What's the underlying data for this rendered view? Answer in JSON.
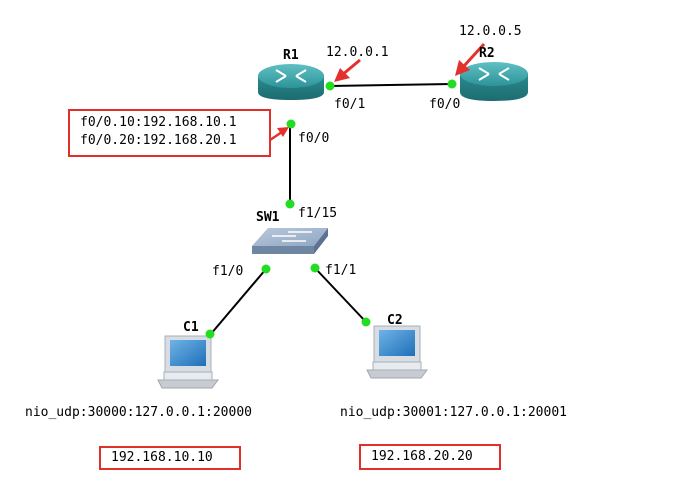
{
  "devices": {
    "r1": {
      "name": "R1"
    },
    "r2": {
      "name": "R2"
    },
    "sw1": {
      "name": "SW1"
    },
    "c1": {
      "name": "C1",
      "nio": "nio_udp:30000:127.0.0.1:20000",
      "ip": "192.168.10.10"
    },
    "c2": {
      "name": "C2",
      "nio": "nio_udp:30001:127.0.0.1:20001",
      "ip": "192.168.20.20"
    }
  },
  "interfaces": {
    "r1_f01": "f0/1",
    "r1_f00": "f0/0",
    "r2_f00": "f0/0",
    "sw1_f115": "f1/15",
    "sw1_f10": "f1/0",
    "sw1_f11": "f1/1"
  },
  "addresses": {
    "r1_ip": "12.0.0.1",
    "r2_ip": "12.0.0.5",
    "sub1": "f0/0.10:192.168.10.1",
    "sub2": "f0/0.20:192.168.20.1"
  },
  "colors": {
    "link": "#000000",
    "port": "#22dd22",
    "arrow": "#e5312d",
    "router": "#2a8f93",
    "box_border": "#e0302c"
  }
}
